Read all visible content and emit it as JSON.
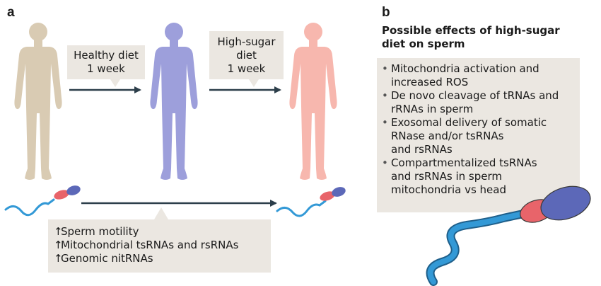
{
  "colors": {
    "box_fill": "#ebe7e1",
    "arrow": "#2c3e4a",
    "person_tan": "#d9cbb3",
    "person_blue": "#9d9fdb",
    "person_pink": "#f7b7ae",
    "sperm_tail": "#3399d6",
    "sperm_midpiece": "#e8646a",
    "sperm_head": "#5c68b8"
  },
  "icons": [
    "human-figure-icon",
    "sperm-icon",
    "right-arrow-icon",
    "up-arrow-icon"
  ],
  "panel_a": {
    "label": "a",
    "figures": [
      {
        "name": "baseline",
        "color": "#d9cbb3"
      },
      {
        "name": "after-healthy-diet",
        "color": "#9d9fdb"
      },
      {
        "name": "after-high-sugar-diet",
        "color": "#f7b7ae"
      }
    ],
    "callout_1": {
      "line1": "Healthy diet",
      "line2": "1 week"
    },
    "callout_2": {
      "line1": "High-sugar",
      "line2": "diet",
      "line3": "1 week"
    },
    "sperm_effects": [
      {
        "arrow": "↑",
        "text": "Sperm motility"
      },
      {
        "arrow": "↑",
        "text": "Mitochondrial tsRNAs and rsRNAs"
      },
      {
        "arrow": "↑",
        "text": "Genomic nitRNAs"
      }
    ]
  },
  "panel_b": {
    "label": "b",
    "title_line1": "Possible effects of high-sugar",
    "title_line2": "diet on sperm",
    "bullet": "•",
    "items": [
      {
        "lines": [
          "Mitochondria activation and",
          "increased ROS"
        ]
      },
      {
        "lines": [
          "De novo cleavage of tRNAs and",
          "rRNAs in sperm"
        ]
      },
      {
        "lines": [
          "Exosomal delivery of somatic",
          "RNase and/or tsRNAs",
          "and rsRNAs"
        ]
      },
      {
        "lines": [
          "Compartmentalized tsRNAs",
          "and rsRNAs in sperm",
          "mitochondria vs head"
        ]
      }
    ]
  }
}
